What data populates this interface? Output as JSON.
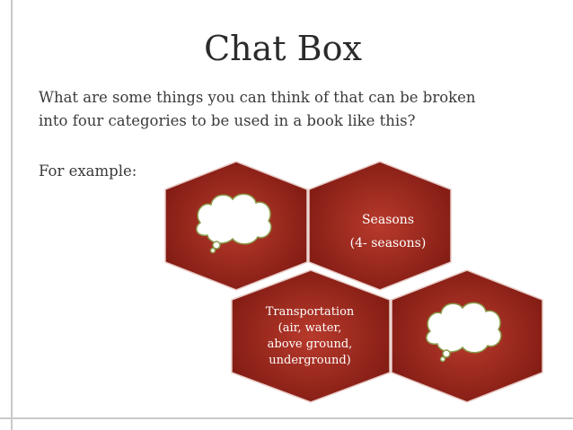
{
  "slide": {
    "title": "Chat Box",
    "body_lines": [
      "What are some things you can think of that can be broken",
      "into four categories to be used in a book like this?"
    ],
    "example_label": "For example:",
    "hexagons": [
      {
        "id": "top-left",
        "icon": "thought-bubble-icon",
        "lines": []
      },
      {
        "id": "top-right",
        "icon": "",
        "lines": [
          "Seasons",
          "(4- seasons)"
        ]
      },
      {
        "id": "bottom-left",
        "icon": "",
        "lines": [
          "Transportation",
          "(air, water,",
          "above ground,",
          "underground)"
        ]
      },
      {
        "id": "bottom-right",
        "icon": "thought-bubble-icon",
        "lines": []
      }
    ],
    "colors": {
      "hex_fill_center": "#b83a2c",
      "hex_fill_edge": "#7f1a12",
      "hex_stroke": "#e6c9c4",
      "bubble_fill": "#ffffff",
      "bubble_stroke": "#8a9a4a"
    }
  }
}
